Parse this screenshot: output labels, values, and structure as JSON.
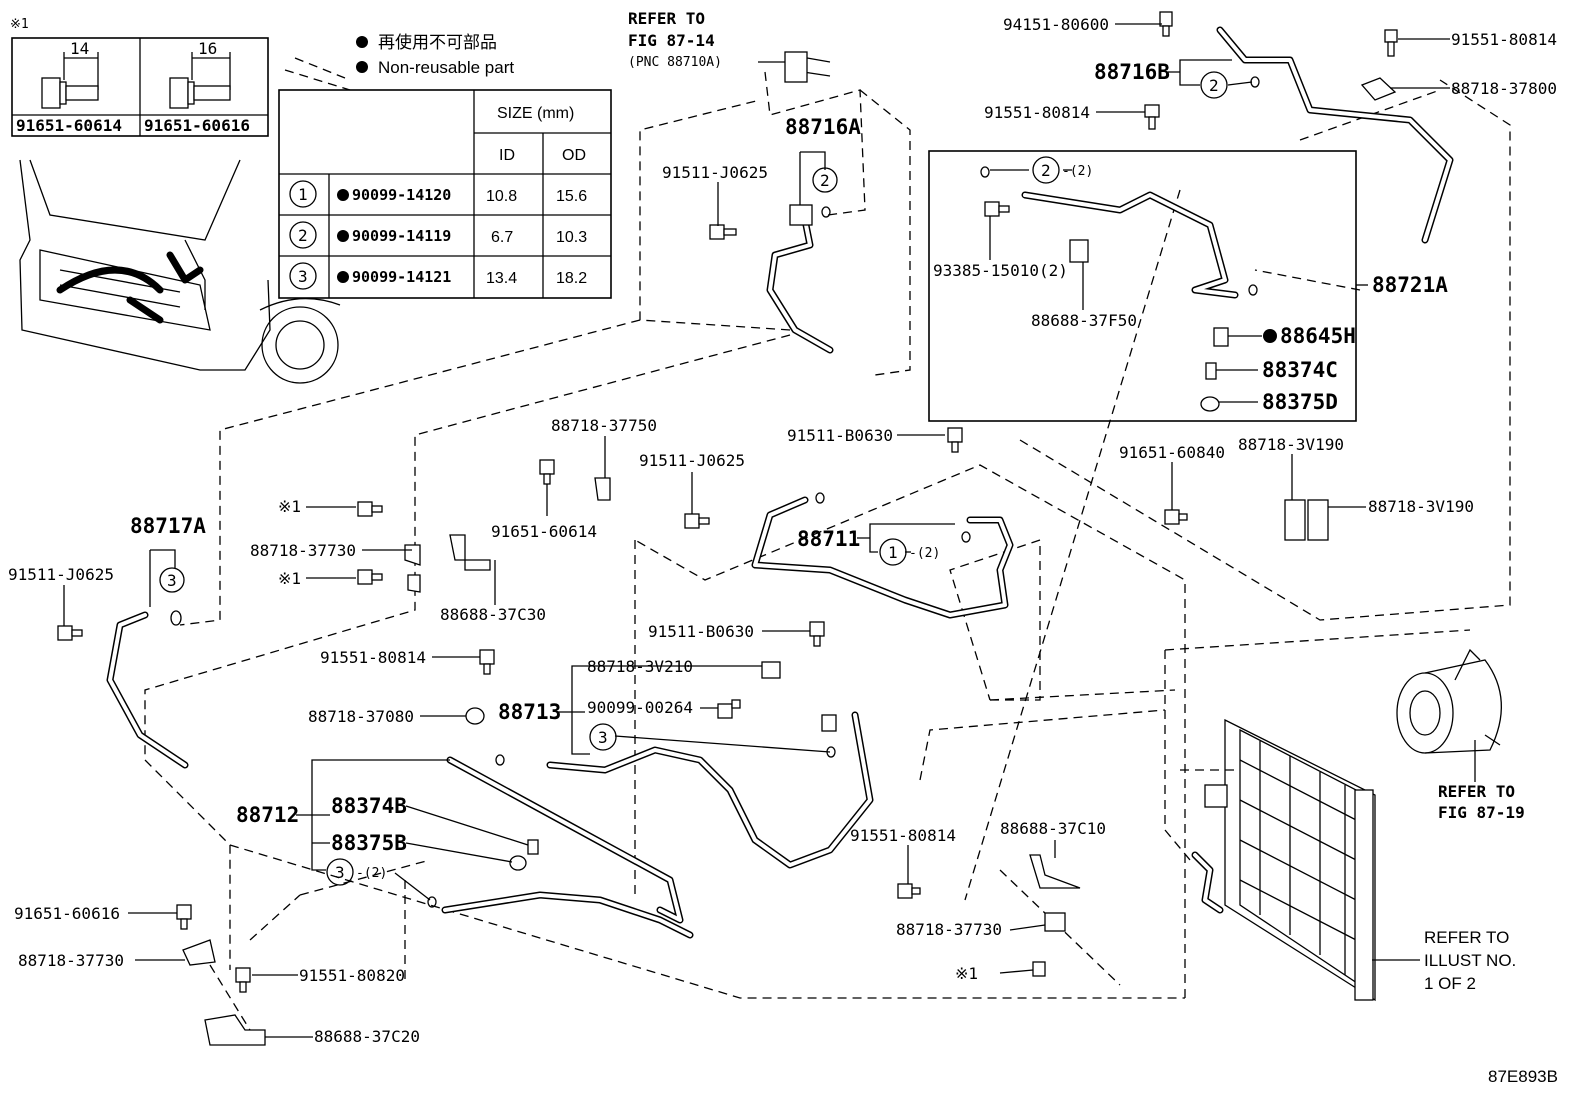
{
  "diagram": {
    "note_mark": "※1",
    "bolt_legend": [
      {
        "dim": "14",
        "part": "91651-60614"
      },
      {
        "dim": "16",
        "part": "91651-60616"
      }
    ],
    "legend": {
      "jp": "再使用不可部品",
      "en": "Non-reusable part"
    },
    "size_table": {
      "header": "SIZE (mm)",
      "col_id": "ID",
      "col_od": "OD",
      "rows": [
        {
          "ref": "1",
          "part": "90099-14120",
          "id": "10.8",
          "od": "15.6"
        },
        {
          "ref": "2",
          "part": "90099-14119",
          "id": "6.7",
          "od": "10.3"
        },
        {
          "ref": "3",
          "part": "90099-14121",
          "id": "13.4",
          "od": "18.2"
        }
      ]
    },
    "refs": {
      "fig87_14": [
        "REFER TO",
        "FIG 87-14",
        "(PNC 88710A)"
      ],
      "fig87_19": [
        "REFER TO",
        "FIG 87-19"
      ],
      "illust": [
        "REFER TO",
        "ILLUST NO.",
        "1 OF 2"
      ]
    },
    "labels": {
      "p94151_80600": "94151-80600",
      "p91551_80814_a": "91551-80814",
      "p88716B": "88716B",
      "p88718_37800": "88718-37800",
      "p91551_80814_b": "91551-80814",
      "c2_a": "2",
      "p88716A": "88716A",
      "c2_b": "2",
      "p91511_J0625_a": "91511-J0625",
      "c2_c": "2",
      "q2_c": "-(2)",
      "p93385_15010": "93385-15010(2)",
      "p88688_37F50": "88688-37F50",
      "p88721A": "88721A",
      "p88645H": "88645H",
      "p88374C": "88374C",
      "p88375D": "88375D",
      "p88718_37750": "88718-37750",
      "p91511_J0625_b": "91511-J0625",
      "p91511_B0630_a": "91511-B0630",
      "p91651_60840": "91651-60840",
      "p88718_3V190_a": "88718-3V190",
      "p88718_3V190_b": "88718-3V190",
      "p88717A": "88717A",
      "c3_a": "3",
      "p91511_J0625_c": "91511-J0625",
      "star1_a": "※1",
      "p88718_37730_a": "88718-37730",
      "star1_b": "※1",
      "p91651_60614": "91651-60614",
      "p88688_37C30": "88688-37C30",
      "p88711": "88711",
      "c1_a": "1",
      "q1_a": "-(2)",
      "p91511_B0630_b": "91511-B0630",
      "p91551_80814_c": "91551-80814",
      "p88718_3V210": "88718-3V210",
      "p88718_37080": "88718-37080",
      "p88713": "88713",
      "p90099_00264": "90099-00264",
      "c3_b": "3",
      "p88712": "88712",
      "p88374B": "88374B",
      "p88375B": "88375B",
      "c3_c": "3",
      "q3_c": "-(2)",
      "p91551_80814_d": "91551-80814",
      "p88688_37C10": "88688-37C10",
      "p88718_37730_b": "88718-37730",
      "star1_c": "※1",
      "p91651_60616": "91651-60616",
      "p88718_37730_c": "88718-37730",
      "p91551_80820": "91551-80820",
      "p88688_37C20": "88688-37C20",
      "illustration_code": "87E893B"
    }
  }
}
